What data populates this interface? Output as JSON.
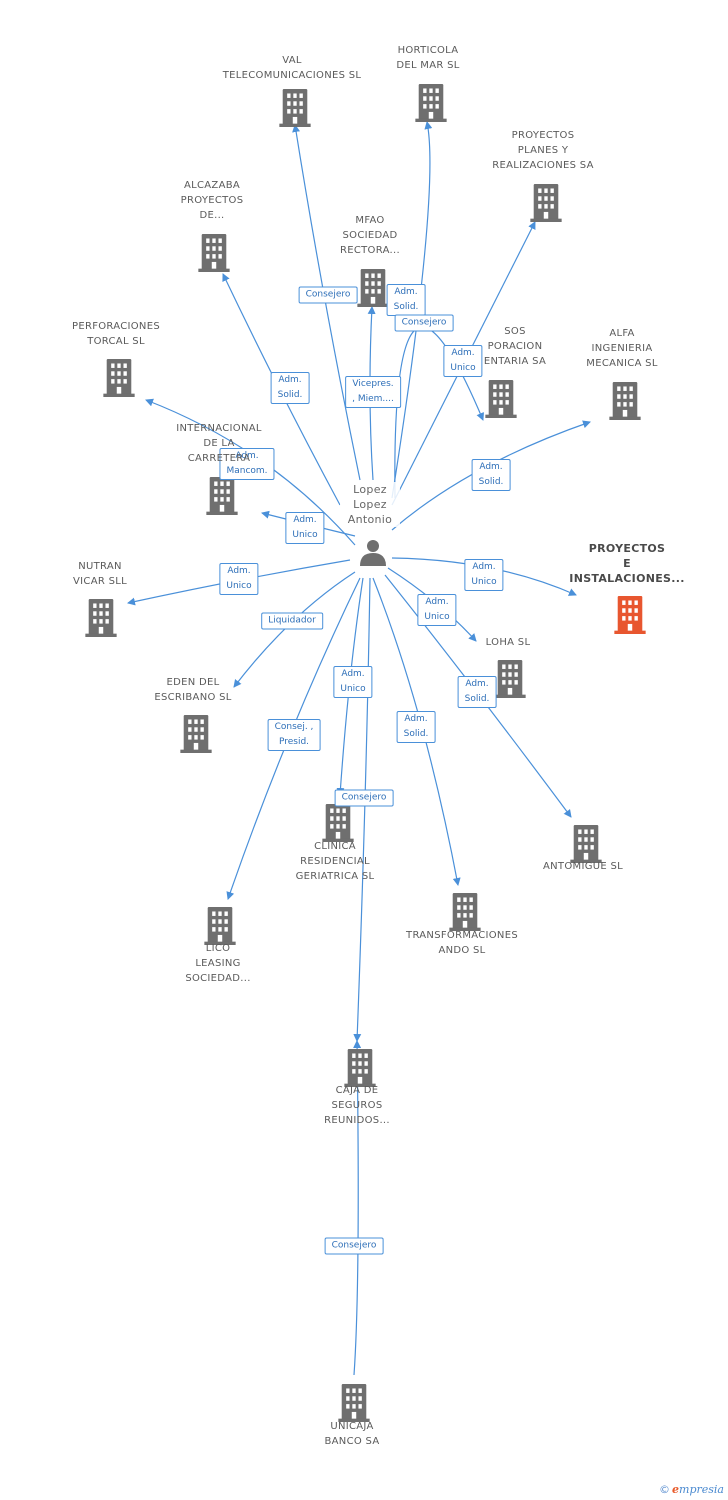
{
  "colors": {
    "edge": "#4a90d9",
    "building": "#6f6f6f",
    "highlight": "#e8562f",
    "label": "#5a5a5a"
  },
  "person": {
    "name_lines": [
      "Lopez",
      "Lopez",
      "Antonio"
    ],
    "icon": "person-icon"
  },
  "nodes": [
    {
      "id": "val",
      "lines": [
        "VAL",
        "TELECOMUNICACIONES SL"
      ],
      "icon": "building-icon"
    },
    {
      "id": "horticola",
      "lines": [
        "HORTICOLA",
        "DEL MAR SL"
      ],
      "icon": "building-icon"
    },
    {
      "id": "proyectos_planes",
      "lines": [
        "PROYECTOS",
        "PLANES Y",
        "REALIZACIONES SA"
      ],
      "icon": "building-icon"
    },
    {
      "id": "alcazaba",
      "lines": [
        "ALCAZABA",
        "PROYECTOS",
        "DE..."
      ],
      "icon": "building-icon"
    },
    {
      "id": "mfao",
      "lines": [
        "MFAO",
        "SOCIEDAD",
        "RECTORA..."
      ],
      "icon": "building-icon"
    },
    {
      "id": "perforaciones",
      "lines": [
        "PERFORACIONES",
        "TORCAL SL"
      ],
      "icon": "building-icon"
    },
    {
      "id": "sos",
      "lines": [
        "SOS",
        "PORACION",
        "ENTARIA SA"
      ],
      "icon": "building-icon"
    },
    {
      "id": "alfa",
      "lines": [
        "ALFA",
        "INGENIERIA",
        "MECANICA SL"
      ],
      "icon": "building-icon"
    },
    {
      "id": "internacional",
      "lines": [
        "INTERNACIONAL",
        "DE LA",
        "CARRETERA"
      ],
      "icon": "building-icon"
    },
    {
      "id": "nutran",
      "lines": [
        "NUTRAN",
        "VICAR SLL"
      ],
      "icon": "building-icon"
    },
    {
      "id": "proyectos_inst",
      "lines": [
        "PROYECTOS",
        "E",
        "INSTALACIONES..."
      ],
      "icon": "building-icon",
      "highlight": true
    },
    {
      "id": "loha",
      "lines": [
        "LOHA SL"
      ],
      "icon": "building-icon"
    },
    {
      "id": "eden",
      "lines": [
        "EDEN DEL",
        "ESCRIBANO SL"
      ],
      "icon": "building-icon"
    },
    {
      "id": "clinica",
      "lines": [
        "CLINICA",
        "RESIDENCIAL",
        "GERIATRICA SL"
      ],
      "icon": "building-icon"
    },
    {
      "id": "antomigue",
      "lines": [
        "ANTOMIGUE SL"
      ],
      "icon": "building-icon"
    },
    {
      "id": "transformaciones",
      "lines": [
        "TRANSFORMACIONES",
        "ANDO SL"
      ],
      "icon": "building-icon"
    },
    {
      "id": "lico",
      "lines": [
        "LICO",
        "LEASING",
        "SOCIEDAD..."
      ],
      "icon": "building-icon"
    },
    {
      "id": "caja",
      "lines": [
        "CAJA DE",
        "SEGUROS",
        "REUNIDOS..."
      ],
      "icon": "building-icon"
    },
    {
      "id": "unicaja",
      "lines": [
        "UNICAJA",
        "BANCO SA"
      ],
      "icon": "building-icon"
    }
  ],
  "edges": [
    {
      "to": "val",
      "label": [
        "Consejero"
      ]
    },
    {
      "to": "horticola",
      "label": [
        "Adm.",
        "Solid."
      ]
    },
    {
      "to": "proyectos_planes",
      "label": [
        "Adm.",
        "Unico"
      ]
    },
    {
      "to": "alcazaba",
      "label": [
        "Adm.",
        "Solid."
      ]
    },
    {
      "to": "mfao",
      "label": [
        "Vicepres.",
        ", Miem...."
      ]
    },
    {
      "to": "sos",
      "label": [
        "Consejero"
      ]
    },
    {
      "to": "perforaciones",
      "label": [
        "Adm.",
        "Mancom."
      ]
    },
    {
      "to": "alfa",
      "label": [
        "Adm.",
        "Solid."
      ]
    },
    {
      "to": "internacional",
      "label": [
        "Adm.",
        "Unico"
      ]
    },
    {
      "to": "nutran",
      "label": [
        "Adm.",
        "Unico"
      ]
    },
    {
      "to": "proyectos_inst",
      "label": [
        "Adm.",
        "Unico"
      ]
    },
    {
      "to": "loha",
      "label": [
        "Adm.",
        "Unico"
      ]
    },
    {
      "to": "eden",
      "label": [
        "Liquidador"
      ]
    },
    {
      "to": "antomigue",
      "label": [
        "Adm.",
        "Solid."
      ]
    },
    {
      "to": "clinica",
      "label": [
        "Adm.",
        "Unico"
      ]
    },
    {
      "to": "transformaciones",
      "label": [
        "Adm.",
        "Solid."
      ]
    },
    {
      "to": "lico",
      "label": [
        "Consej. ,",
        "Presid."
      ]
    },
    {
      "to": "caja",
      "label": [
        "Consejero"
      ]
    },
    {
      "from": "unicaja",
      "to": "caja",
      "label": [
        "Consejero"
      ]
    }
  ],
  "footer": {
    "copyright": "©",
    "brand_initial": "e",
    "brand_rest": "mpresia"
  }
}
